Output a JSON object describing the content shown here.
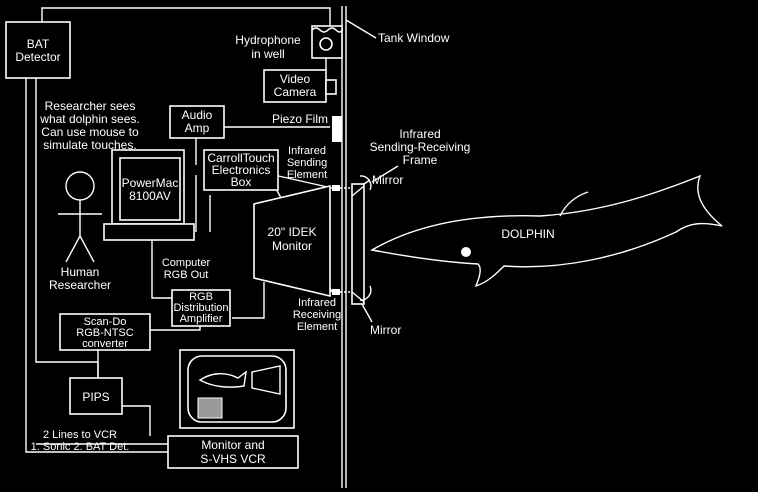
{
  "colors": {
    "background": "#000000",
    "foreground": "#ffffff",
    "pips_square": "#9a9a9a"
  },
  "labels": {
    "bat_detector": [
      "BAT",
      "Detector"
    ],
    "hydrophone": [
      "Hydrophone",
      "in well"
    ],
    "tank_window": "Tank Window",
    "video_camera": [
      "Video",
      "Camera"
    ],
    "researcher_note": [
      "Researcher sees",
      "what dolphin sees.",
      "Can use mouse to",
      "simulate touches."
    ],
    "audio_amp": [
      "Audio",
      "Amp"
    ],
    "piezo_film": "Piezo Film",
    "infrared_frame": [
      "Infrared",
      "Sending-Receiving",
      "Frame"
    ],
    "carrolltouch": [
      "CarrollTouch",
      "Electronics",
      "Box"
    ],
    "infrared_sending": [
      "Infrared",
      "Sending",
      "Element"
    ],
    "mirror_top": "Mirror",
    "powermac": [
      "PowerMac",
      "8100AV"
    ],
    "monitor_idek": [
      "20\" IDEK",
      "Monitor"
    ],
    "dolphin": "DOLPHIN",
    "human_researcher": [
      "Human",
      "Researcher"
    ],
    "computer_rgb_out": [
      "Computer",
      "RGB Out"
    ],
    "rgb_amp": [
      "RGB",
      "Distribution",
      "Amplifier"
    ],
    "infrared_receiving": [
      "Infrared",
      "Receiving",
      "Element"
    ],
    "mirror_bottom": "Mirror",
    "scan_do": [
      "Scan-Do",
      "RGB-NTSC",
      "converter"
    ],
    "pips": "PIPS",
    "vcr_note": [
      "2 Lines to VCR",
      "1. Sonic   2. BAT Det."
    ],
    "monitor_vcr": [
      "Monitor and",
      "S-VHS VCR"
    ]
  }
}
